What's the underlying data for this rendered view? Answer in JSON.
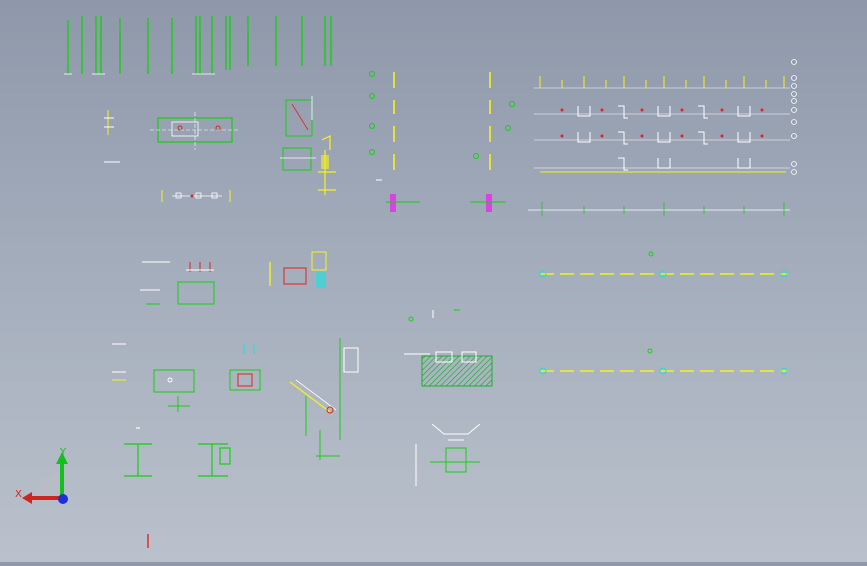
{
  "viewport": {
    "background_top": "#8e98aa",
    "background_bottom": "#bac1cc",
    "line_colors": {
      "green": "#13d10f",
      "white": "#ffffff",
      "yellow": "#f6f21b",
      "red": "#e2231a",
      "cyan": "#15e2e2",
      "magenta": "#e62ae6",
      "hatch": "#19b02a"
    }
  },
  "triad": {
    "x_label": "X",
    "y_label": "Y",
    "x_color": "#d0251f",
    "y_color": "#12c21b",
    "z_color": "#1d2fd6"
  },
  "drawing": {
    "description_icon": "cad-drawing-views"
  }
}
